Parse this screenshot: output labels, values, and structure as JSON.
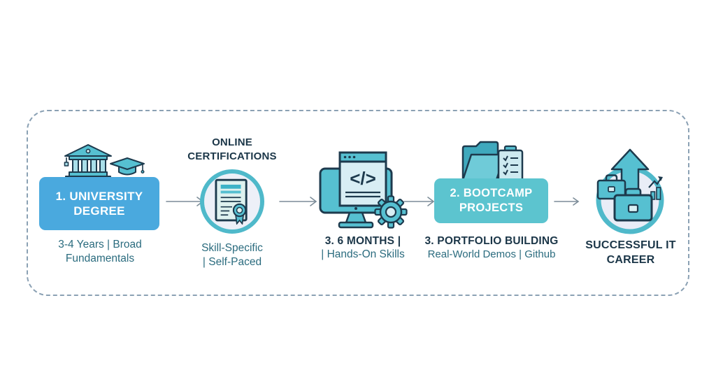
{
  "steps": {
    "university": {
      "box_line1": "1. UNIVERSITY",
      "box_line2": "DEGREE",
      "caption_line1": "3-4 Years | Broad",
      "caption_line2": "Fundamentals"
    },
    "certifications": {
      "header_line1": "ONLINE",
      "header_line2": "CERTIFICATIONS",
      "caption_line1": "Skill-Specific",
      "caption_line2": "| Self-Paced"
    },
    "six_months": {
      "title": "3. 6 MONTHS |",
      "caption": "| Hands-On Skills"
    },
    "bootcamp": {
      "box_line1": "2. BOOTCAMP",
      "box_line2": "PROJECTS",
      "title": "3. PORTFOLIO BUILDING",
      "caption": "Real-World Demos | Github"
    },
    "career": {
      "title_line1": "SUCCESSFUL IT",
      "title_line2": "CAREER"
    }
  },
  "icons": {
    "university-building-icon": "classical building with columns",
    "graduation-cap-icon": "mortarboard cap with tassel",
    "certificate-icon": "diploma sheet with rosette ribbon",
    "code-monitor-icon": "monitor with code window </> ",
    "gear-icon": "settings gear",
    "folder-checklist-icon": "open folder with checklist clipboard",
    "career-growth-icon": "briefcases with up arrow and growth chart",
    "flow-arrow-icon": "thin right arrow connector"
  },
  "colors": {
    "box_blue": "#4aa9de",
    "box_teal": "#5cc4cf",
    "icon_teal": "#56c0d1",
    "icon_light": "#d8eef4",
    "outline_navy": "#1d3a4d",
    "heading_navy": "#1b3648",
    "caption_teal": "#2a6b7e",
    "arrow_gray": "#7c8c98",
    "dashed_border": "#8ba1b4",
    "circle_ring": "#4fb9ca",
    "circle_fill": "#edf0f8"
  }
}
